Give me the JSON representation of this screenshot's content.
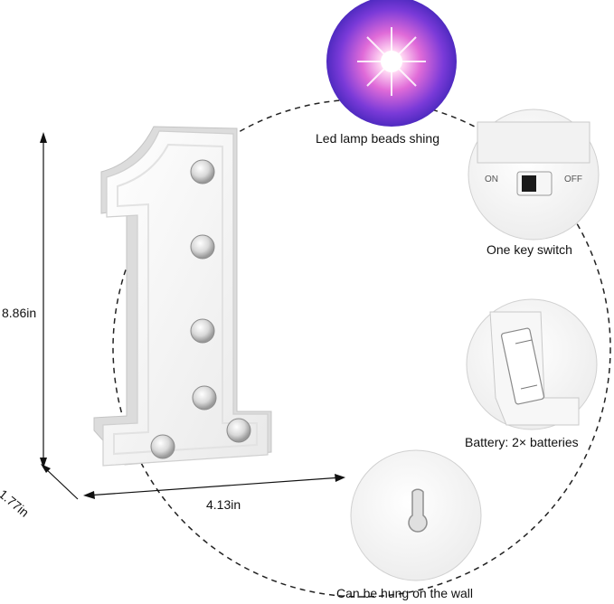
{
  "dimensions": {
    "height": "8.86in",
    "width": "4.13in",
    "depth": "1.77in"
  },
  "features": {
    "lamp": {
      "caption": "Led lamp beads shing",
      "icon": "glowing-led-icon"
    },
    "switch": {
      "caption": "One key switch",
      "on_text": "ON",
      "off_text": "OFF",
      "icon": "switch-icon"
    },
    "battery": {
      "caption": "Battery: 2× batteries",
      "icon": "battery-compartment-icon"
    },
    "wall": {
      "caption": "Can be hung on the wall",
      "icon": "keyhole-icon"
    }
  },
  "colors": {
    "led_center": "#ffffff",
    "led_mid": "#e06bd8",
    "led_outer": "#6a34d6",
    "marquee_white": "#f4f4f4"
  }
}
